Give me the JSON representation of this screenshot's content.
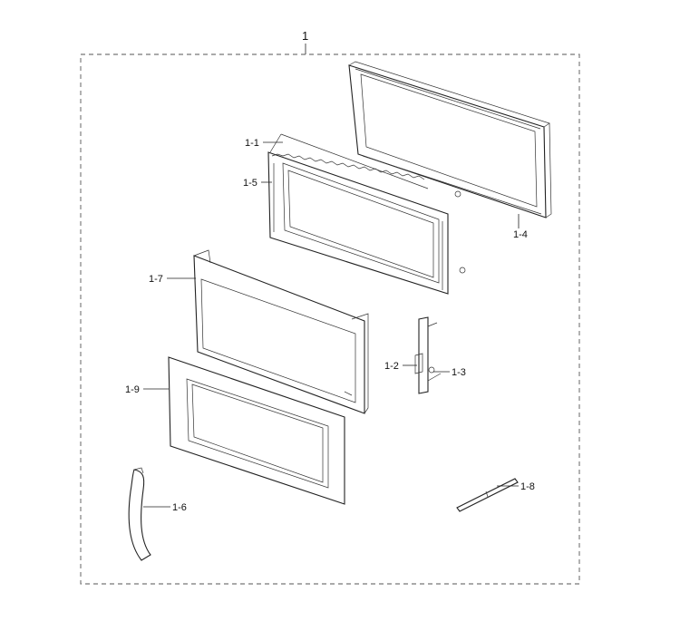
{
  "assembly_label": "1",
  "parts": {
    "choke_cover": "1-1",
    "latch_a": "1-2",
    "latch_b": "1-3",
    "door_frame": "1-4",
    "door_screen": "1-5",
    "spring_tube": "1-6",
    "door_panel": "1-7",
    "hinge_pin": "1-8",
    "door_glass": "1-9"
  }
}
